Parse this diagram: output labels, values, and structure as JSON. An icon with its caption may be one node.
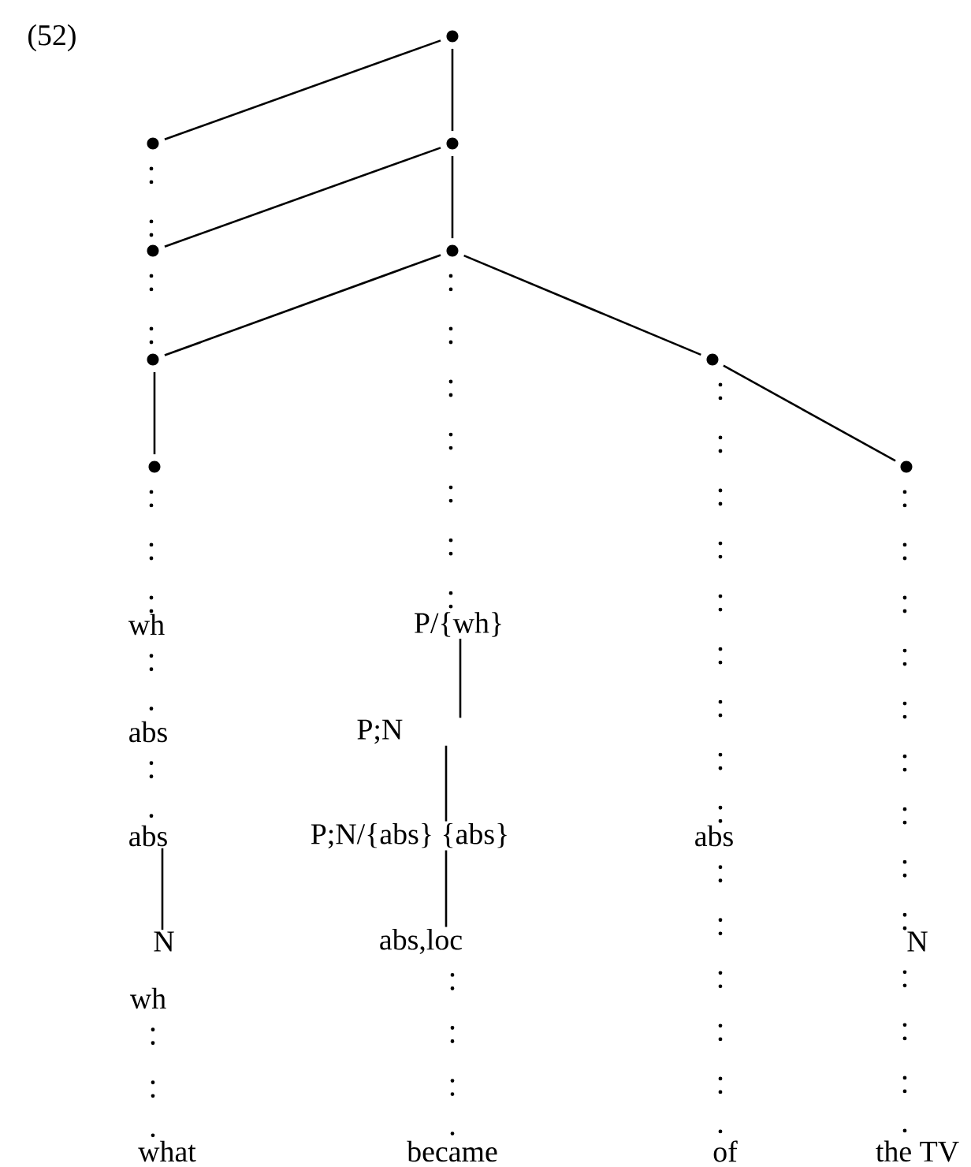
{
  "diagram": {
    "nodes": [
      {
        "text": [],
        "shape": "circle"
      },
      {
        "text": [],
        "shape": "circle"
      },
      {
        "text": [],
        "shape": "circle"
      },
      {
        "text": [],
        "shape": "circle"
      },
      {
        "text": [],
        "shape": "circle"
      },
      {
        "text": [],
        "shape": "circle"
      },
      {
        "text": [],
        "shape": "circle"
      },
      {
        "text": [],
        "shape": "circle"
      },
      {
        "text": [],
        "shape": "circle"
      },
      {
        "text": [
          "wh"
        ]
      },
      {
        "text": [
          "P/{wh}"
        ]
      },
      {
        "text": [
          "abs"
        ]
      },
      {
        "text": [
          "P;N"
        ]
      },
      {
        "text": [
          "abs"
        ]
      },
      {
        "text": [
          "P;N/{abs} {abs}"
        ]
      },
      {
        "text": [
          "abs"
        ]
      },
      {
        "text": [
          "N"
        ]
      },
      {
        "text": [
          "abs,loc"
        ]
      },
      {
        "text": [
          "N"
        ]
      },
      {
        "text": [
          "wh"
        ]
      },
      {
        "text": [
          "what"
        ]
      },
      {
        "text": [
          "became"
        ]
      },
      {
        "text": [
          "of"
        ]
      },
      {
        "text": [
          "the TV"
        ]
      }
    ],
    "edges": [
      {
        "from": 0,
        "to": 1,
        "arrow": "none"
      },
      {
        "from": 0,
        "to": 2,
        "arrow": "none"
      },
      {
        "from": 2,
        "to": 3,
        "arrow": "none"
      },
      {
        "from": 2,
        "to": 4,
        "arrow": "none"
      },
      {
        "from": 4,
        "to": 5,
        "arrow": "none"
      },
      {
        "from": 4,
        "to": 6,
        "arrow": "none"
      },
      {
        "from": 6,
        "to": 8,
        "arrow": "none"
      },
      {
        "from": 5,
        "to": 7,
        "arrow": "none"
      },
      {
        "from": 1,
        "to": 3,
        "arrow": "none",
        "style": "dashed"
      },
      {
        "from": 3,
        "to": 5,
        "arrow": "none",
        "style": "dashed"
      },
      {
        "from": 7,
        "to": 9,
        "arrow": "none",
        "style": "dashed"
      },
      {
        "from": 9,
        "to": 11,
        "arrow": "none",
        "style": "dashed"
      },
      {
        "from": 11,
        "to": 13,
        "arrow": "none",
        "style": "dashed"
      },
      {
        "from": 13,
        "to": 16,
        "arrow": "none"
      },
      {
        "from": 19,
        "to": 20,
        "arrow": "none",
        "style": "dashed"
      },
      {
        "from": 4,
        "to": 10,
        "arrow": "none",
        "style": "dashed"
      },
      {
        "from": 10,
        "to": 12,
        "arrow": "none"
      },
      {
        "from": 12,
        "to": 14,
        "arrow": "none"
      },
      {
        "from": 14,
        "to": 17,
        "arrow": "none"
      },
      {
        "from": 17,
        "to": 21,
        "arrow": "none",
        "style": "dashed"
      },
      {
        "from": 6,
        "to": 15,
        "arrow": "none",
        "style": "dashed"
      },
      {
        "from": 15,
        "to": 22,
        "arrow": "none",
        "style": "dashed"
      },
      {
        "from": 8,
        "to": 18,
        "arrow": "none",
        "style": "dashed"
      },
      {
        "from": 18,
        "to": 23,
        "arrow": "none",
        "style": "dashed"
      }
    ],
    "labels": [
      "(52)"
    ]
  }
}
